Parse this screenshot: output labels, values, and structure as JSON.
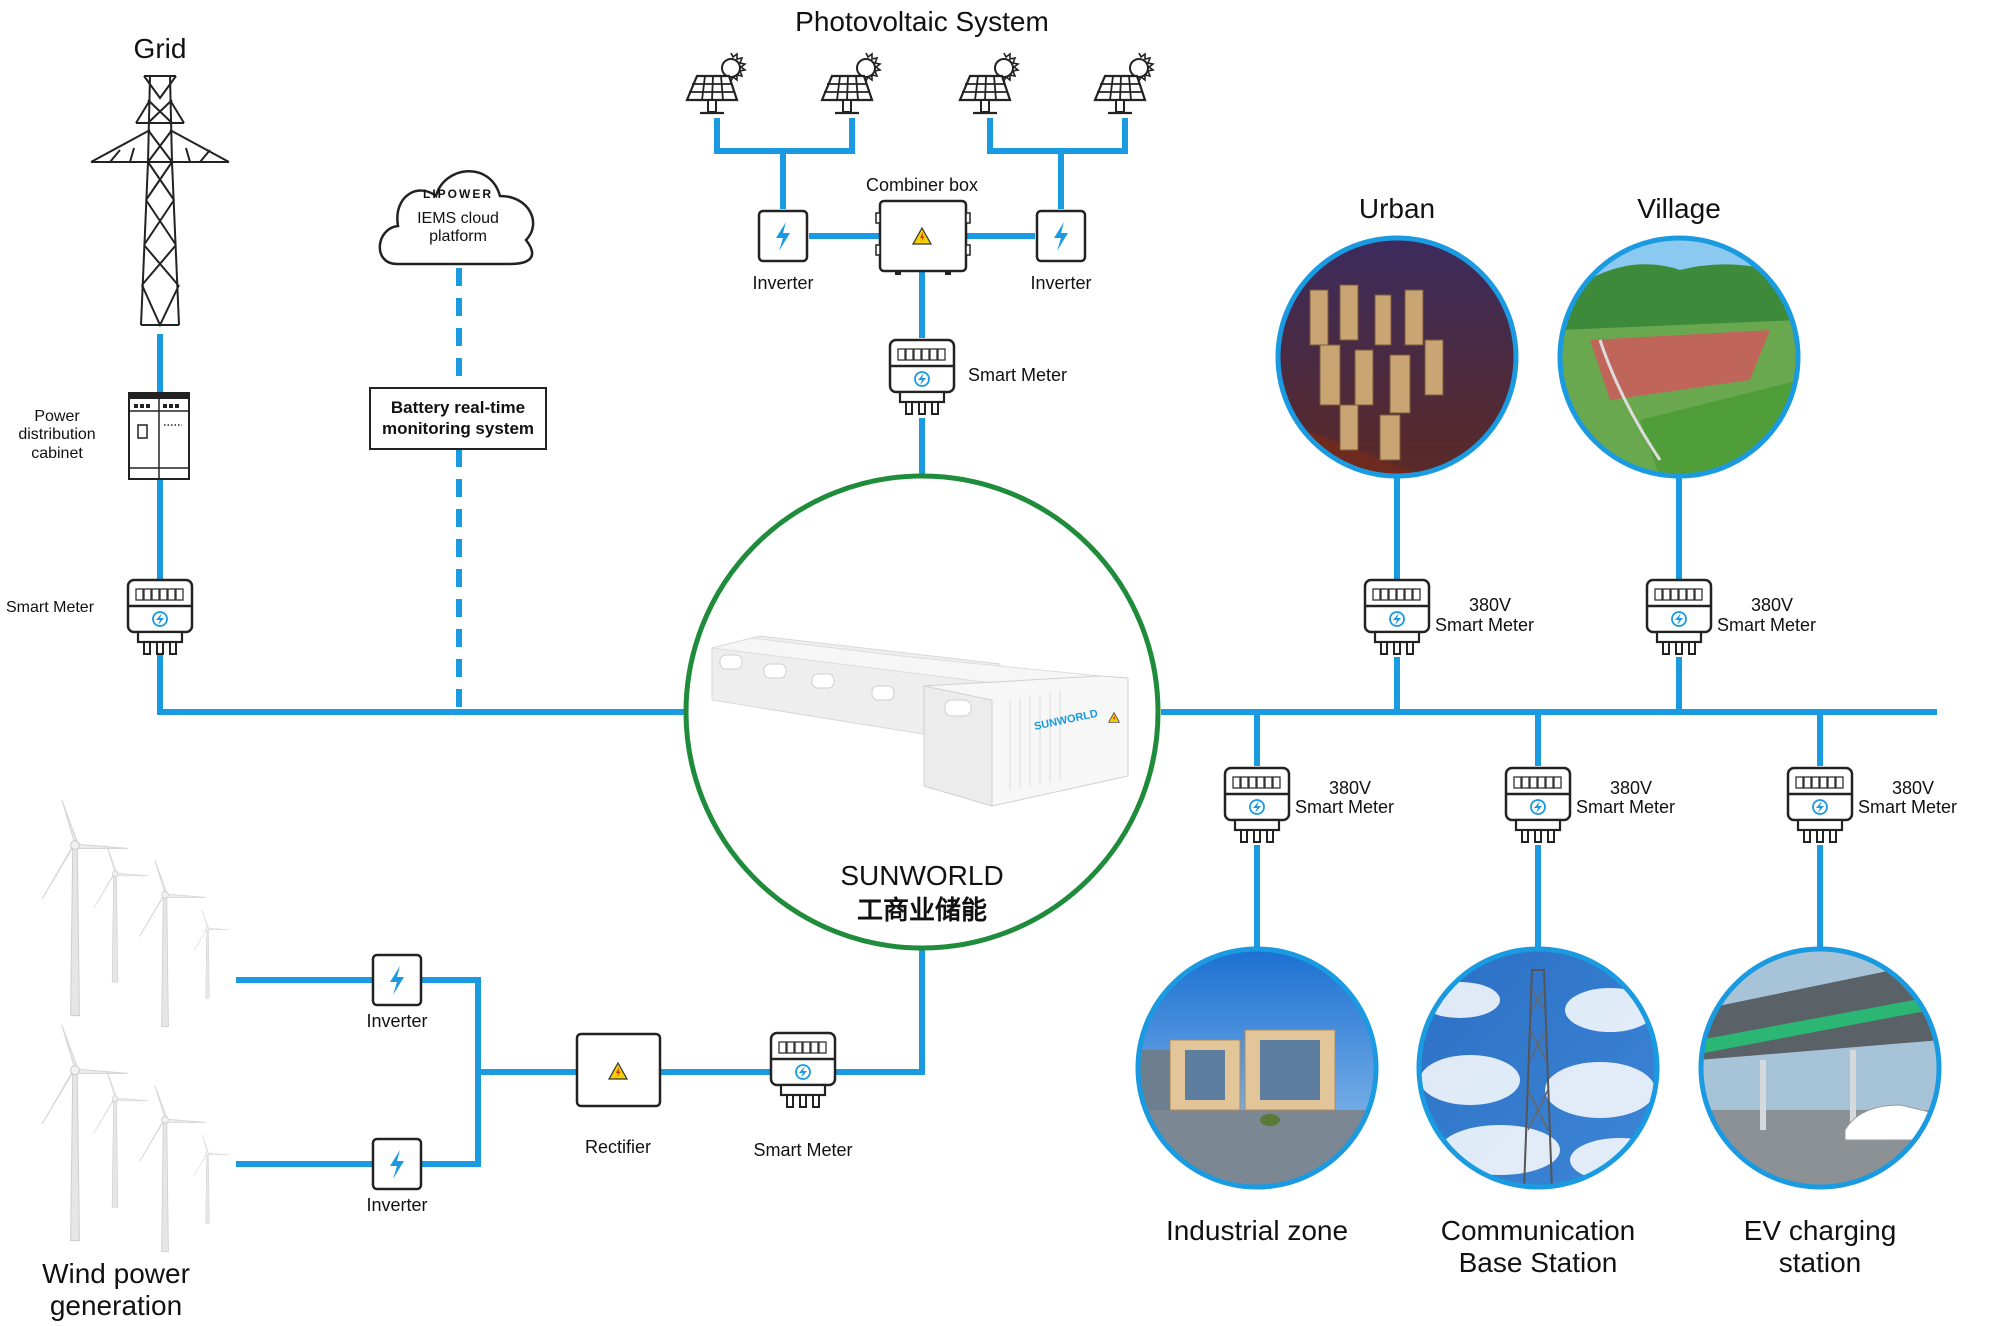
{
  "colors": {
    "wire": "#1a9ae0",
    "hub_ring": "#1e8c3a",
    "photo_ring": "#1a9ae0",
    "warning": "#f5d000"
  },
  "grid": {
    "title": "Grid",
    "icon": "transmission-tower-icon"
  },
  "power_distribution": {
    "label": "Power\ndistribution\ncabinet",
    "icon": "distribution-cabinet-icon"
  },
  "cloud": {
    "brand": "LIPOWER",
    "label": "IEMS cloud\nplatform",
    "icon": "cloud-icon"
  },
  "monitoring": {
    "label": "Battery real-time\nmonitoring system"
  },
  "pv": {
    "title": "Photovoltaic System",
    "panel_icon": "solar-panel-icon",
    "combiner_label": "Combiner box",
    "inverter_left_label": "Inverter",
    "inverter_right_label": "Inverter",
    "meter_label": "Smart Meter"
  },
  "grid_meter": {
    "label": "Smart Meter"
  },
  "hub": {
    "brand": "SUNWORLD",
    "subtitle": "工商业储能",
    "product_mark": "SUNWORLD"
  },
  "loads_top": [
    {
      "title": "Urban",
      "meter_voltage": "380V",
      "meter_label": "Smart Meter",
      "scene": "urban"
    },
    {
      "title": "Village",
      "meter_voltage": "380V",
      "meter_label": "Smart Meter",
      "scene": "village"
    }
  ],
  "loads_bottom": [
    {
      "title": "Industrial zone",
      "meter_voltage": "380V",
      "meter_label": "Smart Meter",
      "scene": "industrial"
    },
    {
      "title": "Communication\nBase Station",
      "meter_voltage": "380V",
      "meter_label": "Smart Meter",
      "scene": "tower"
    },
    {
      "title": "EV charging\nstation",
      "meter_voltage": "380V",
      "meter_label": "Smart Meter",
      "scene": "ev"
    }
  ],
  "wind": {
    "title": "Wind power\ngeneration",
    "inverter_top_label": "Inverter",
    "inverter_bottom_label": "Inverter",
    "rectifier_label": "Rectifier",
    "meter_label": "Smart Meter"
  }
}
